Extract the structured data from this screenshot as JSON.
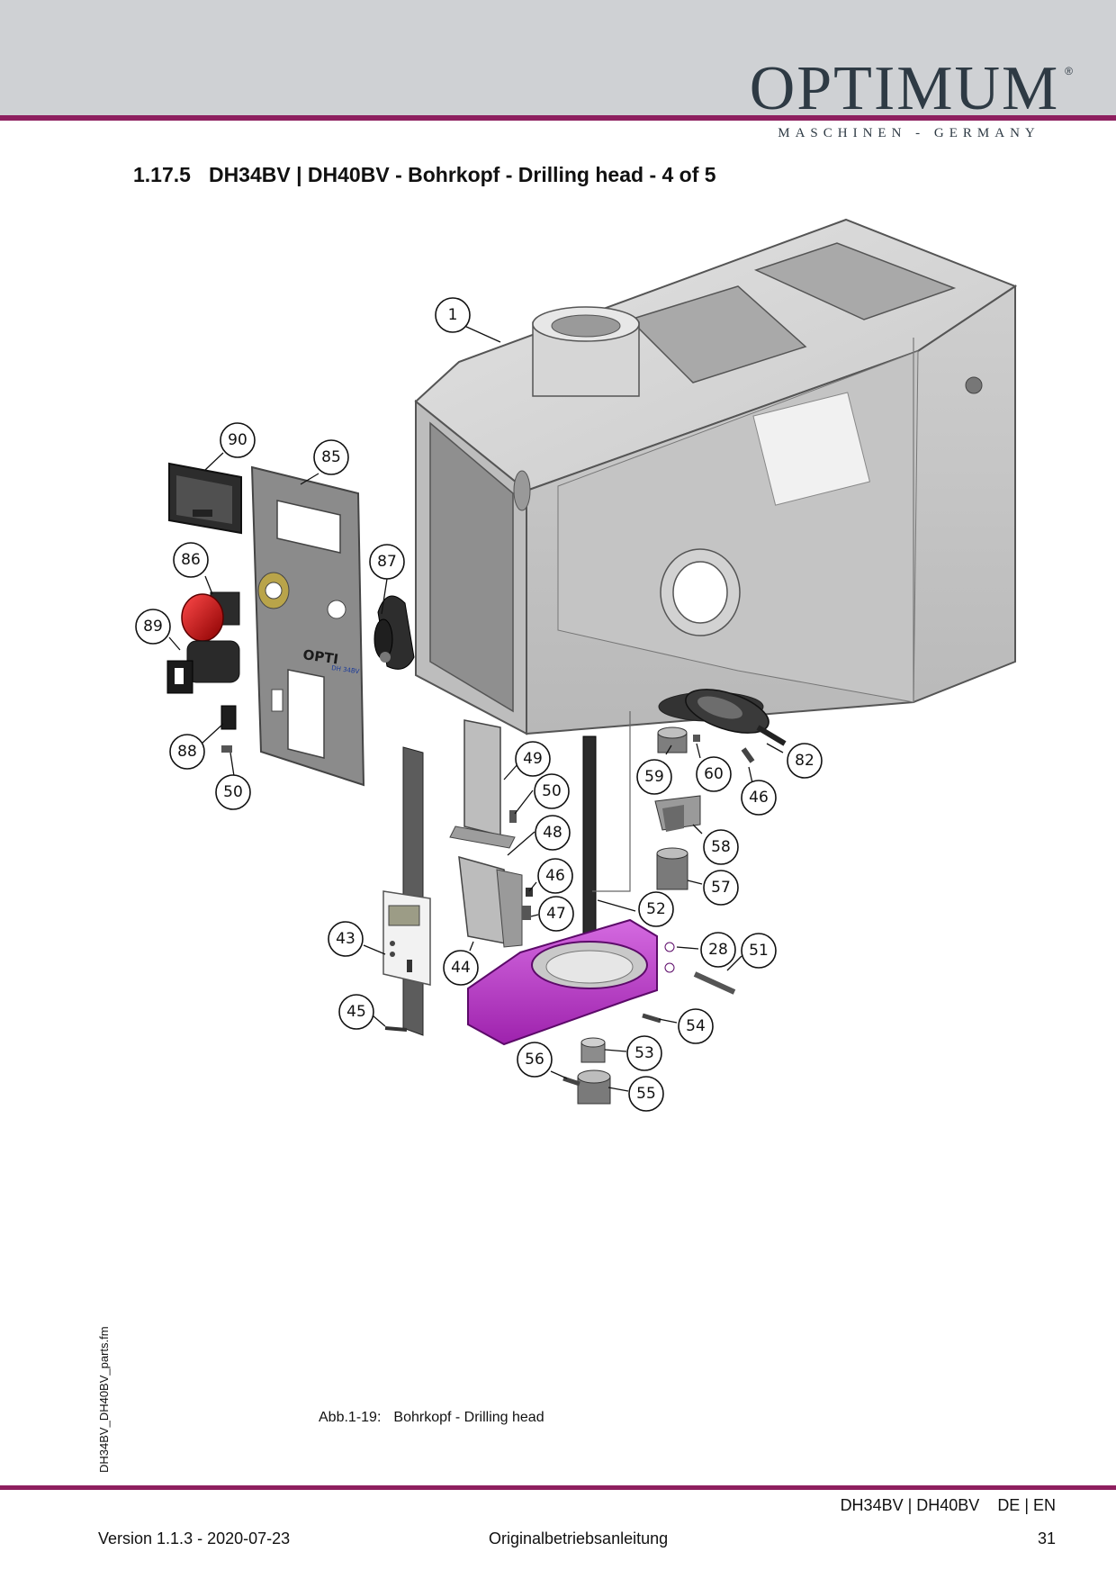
{
  "brand": {
    "name": "OPTIMUM",
    "registered": "®",
    "tagline": "MASCHINEN - GERMANY"
  },
  "section": {
    "number": "1.17.5",
    "title": "DH34BV | DH40BV - Bohrkopf - Drilling head - 4 of 5"
  },
  "drawing": {
    "panel_text": "OPTI",
    "panel_model": "DH 34BV",
    "callouts": [
      "1",
      "90",
      "85",
      "86",
      "87",
      "89",
      "88",
      "50",
      "49",
      "50",
      "48",
      "46",
      "47",
      "43",
      "44",
      "45",
      "52",
      "28",
      "51",
      "54",
      "53",
      "56",
      "55",
      "59",
      "60",
      "46",
      "82",
      "58",
      "57"
    ]
  },
  "caption": {
    "label": "Abb.1-19:",
    "text": "Bohrkopf - Drilling head"
  },
  "side_file": "DH34BV_DH40BV_parts.fm",
  "footer": {
    "model": "DH34BV | DH40BV",
    "languages": "DE | EN",
    "version": "Version 1.1.3 - 2020-07-23",
    "doc_type": "Originalbetriebsanleitung",
    "page": "31"
  },
  "colors": {
    "accent": "#8e1f5f",
    "header_band": "#cfd1d4",
    "logo": "#2e3a44",
    "bracket_magenta": "#b22ec3",
    "housing_grey": "#c8c8c8"
  }
}
